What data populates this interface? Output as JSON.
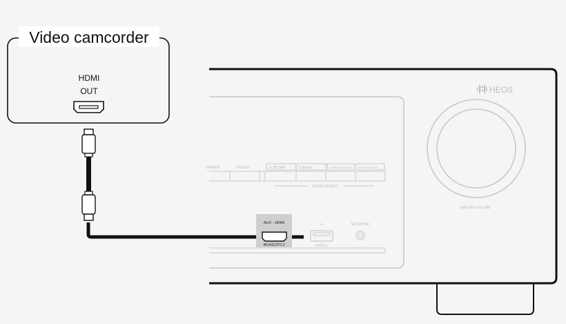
{
  "source_device": {
    "title": "Video camcorder",
    "port_label_line1": "HDMI",
    "port_label_line2": "OUT"
  },
  "receiver": {
    "brand": "HEOS",
    "knob_label": "MASTER VOLUME",
    "panel_labels": [
      "DIMMER",
      "STATUS"
    ],
    "quick_select_buttons": [
      "1 CBL/SAT",
      "2 Blu-ray",
      "3 MEDIA PLAYER",
      "4 HEOS MUSIC"
    ],
    "quick_select_label": "QUICK SELECT",
    "aux_port_label": "AUX - HDMI",
    "aux_port_sublabel": "4K/HDCP2.2",
    "usb_label": "5V/1A ⎓",
    "mic_label": "SETUP MIC"
  },
  "colors": {
    "background": "#f5f5f5",
    "outline": "#111111",
    "panel_line": "#c8c8c8",
    "aux_highlight": "#cfcfcf"
  }
}
